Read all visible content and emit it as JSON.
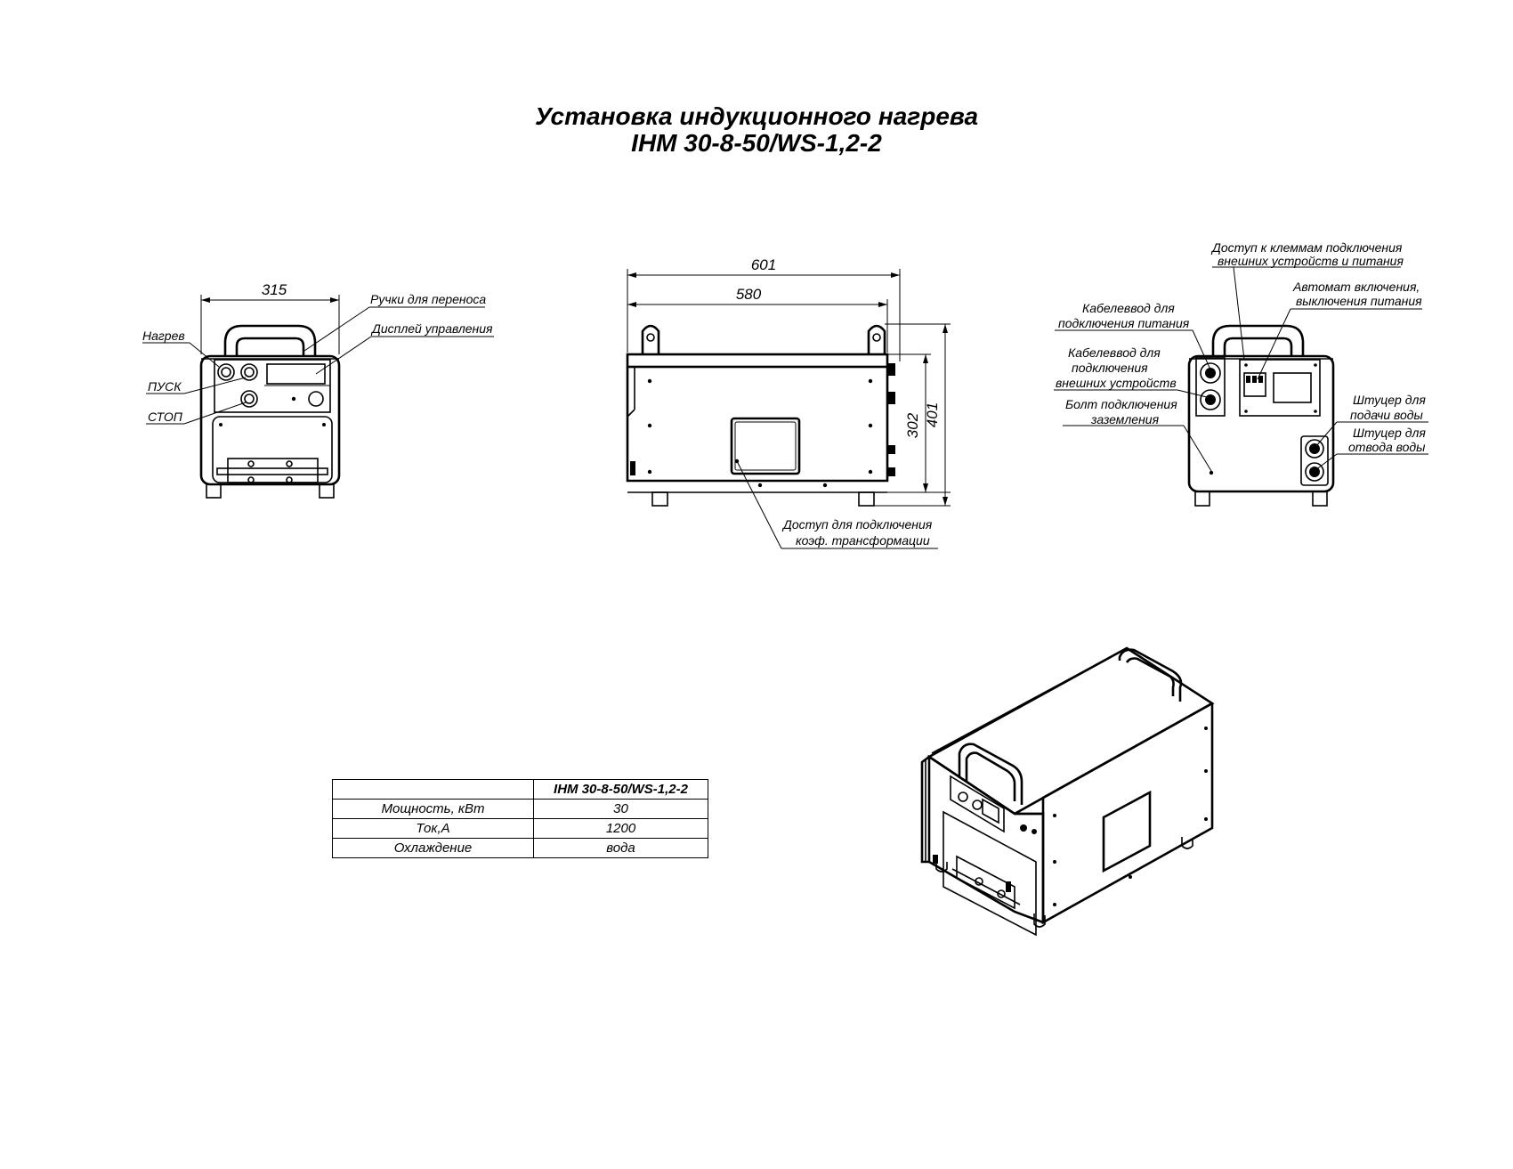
{
  "title": {
    "line1": "Установка индукционного нагрева",
    "line2": "IHM 30-8-50/WS-1,2-2"
  },
  "front_view": {
    "dimension_width": "315",
    "labels": {
      "heating": "Нагрев",
      "start": "ПУСК",
      "stop": "СТОП",
      "handles": "Ручки для переноса",
      "display": "Дисплей управления"
    }
  },
  "side_view": {
    "dimension_total_length": "601",
    "dimension_body_length": "580",
    "dimension_body_height": "302",
    "dimension_total_height": "401",
    "labels": {
      "access_line1": "Доступ  для подключения",
      "access_line2": "коэф. трансформации"
    }
  },
  "rear_view": {
    "labels": {
      "terminals_line1": "Доступ к клеммам подключения",
      "terminals_line2": "внешних устройств и питания",
      "breaker_line1": "Автомат включения,",
      "breaker_line2": "выключения питания",
      "power_gland_line1": "Кабелеввод для",
      "power_gland_line2": "подключения питания",
      "ext_gland_line1": "Кабелеввод для",
      "ext_gland_line2": "подключения",
      "ext_gland_line3": "внешних устройств",
      "ground_line1": "Болт подключения",
      "ground_line2": "заземления",
      "water_in_line1": "Штуцер для",
      "water_in_line2": "подачи воды",
      "water_out_line1": "Штуцер для",
      "water_out_line2": "отвода воды"
    }
  },
  "spec_table": {
    "model": "IHM 30-8-50/WS-1,2-2",
    "rows": [
      {
        "param": "Мощность, кВт",
        "value": "30"
      },
      {
        "param": "Ток,А",
        "value": "1200"
      },
      {
        "param": "Охлаждение",
        "value": "вода"
      }
    ]
  }
}
